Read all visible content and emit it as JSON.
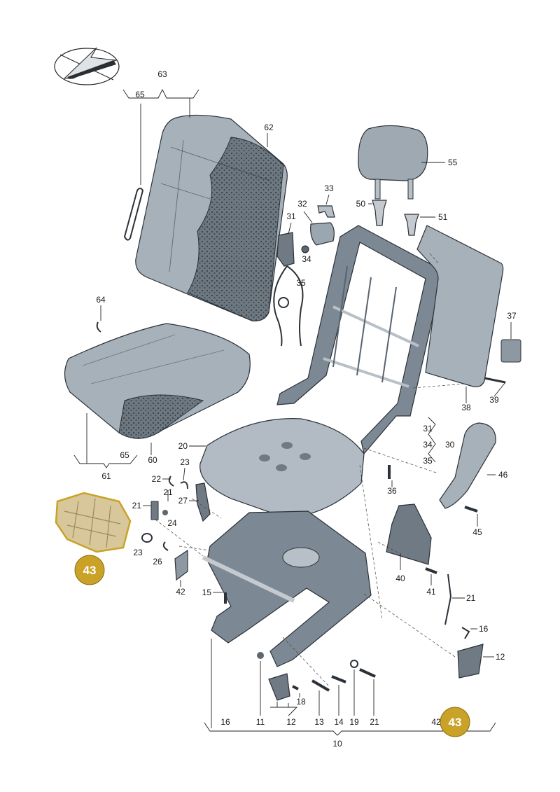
{
  "callouts": [
    "63",
    "65",
    "62",
    "33",
    "32",
    "31",
    "34",
    "35",
    "55",
    "50",
    "51",
    "64",
    "37",
    "39",
    "38",
    "31",
    "34",
    "35",
    "30",
    "20",
    "23",
    "22",
    "21",
    "27",
    "21",
    "24",
    "23",
    "26",
    "46",
    "36",
    "45",
    "43",
    "40",
    "41",
    "21",
    "42",
    "15",
    "16",
    "12",
    "11",
    "12",
    "18",
    "13",
    "14",
    "19",
    "21",
    "16",
    "10",
    "42",
    "43",
    "60",
    "65",
    "61"
  ],
  "highlight": {
    "part_number": "43",
    "color": "#c9a227"
  },
  "colors": {
    "part_fill": "#9aa6b0",
    "part_dark": "#4f5a64",
    "frame_fill": "#7c8893",
    "cover_dots": "#55606a"
  },
  "icons": [
    "compass-arrow-icon"
  ]
}
